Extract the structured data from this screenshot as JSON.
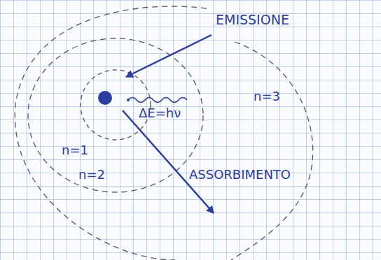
{
  "diagram": {
    "labels": [
      "EMISSIONE",
      "ΔE=hν",
      "n=3",
      "n=1",
      "n=2",
      "ASSORBIMENTO"
    ]
  }
}
